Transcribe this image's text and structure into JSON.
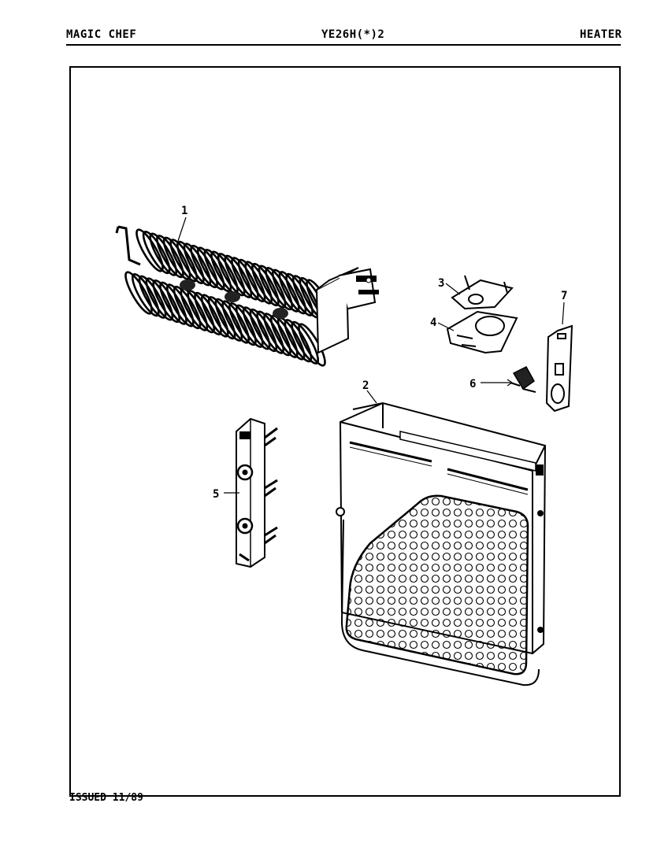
{
  "header": {
    "brand": "MAGIC CHEF",
    "model": "YE26H(*)2",
    "section": "HEATER"
  },
  "footer": {
    "issued": "ISSUED 11/89"
  },
  "callouts": [
    "1",
    "2",
    "3",
    "4",
    "5",
    "6",
    "7"
  ]
}
